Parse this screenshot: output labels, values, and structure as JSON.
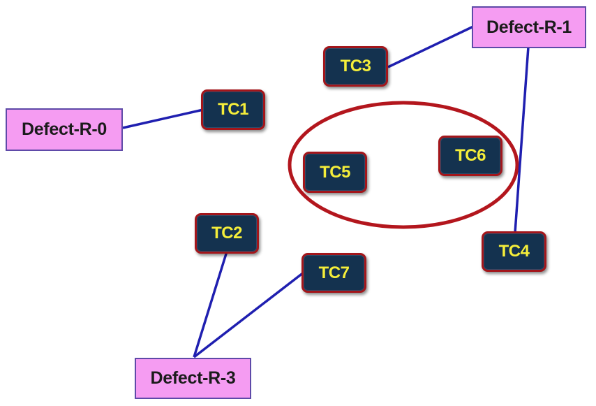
{
  "colors": {
    "edge": "#1f1fb0",
    "cluster_ring": "#b3161d",
    "test_case_fill": "#14324f",
    "test_case_text": "#f5ee3a",
    "defect_fill": "#f59cf2"
  },
  "defects": {
    "r0": "Defect-R-0",
    "r1": "Defect-R-1",
    "r3": "Defect-R-3"
  },
  "test_cases": {
    "tc1": "TC1",
    "tc2": "TC2",
    "tc3": "TC3",
    "tc4": "TC4",
    "tc5": "TC5",
    "tc6": "TC6",
    "tc7": "TC7"
  },
  "edges": [
    {
      "from": "r0",
      "to": "tc1"
    },
    {
      "from": "r1",
      "to": "tc3"
    },
    {
      "from": "r1",
      "to": "tc4"
    },
    {
      "from": "r3",
      "to": "tc2"
    },
    {
      "from": "r3",
      "to": "tc7"
    }
  ],
  "cluster": [
    "tc5",
    "tc6"
  ]
}
